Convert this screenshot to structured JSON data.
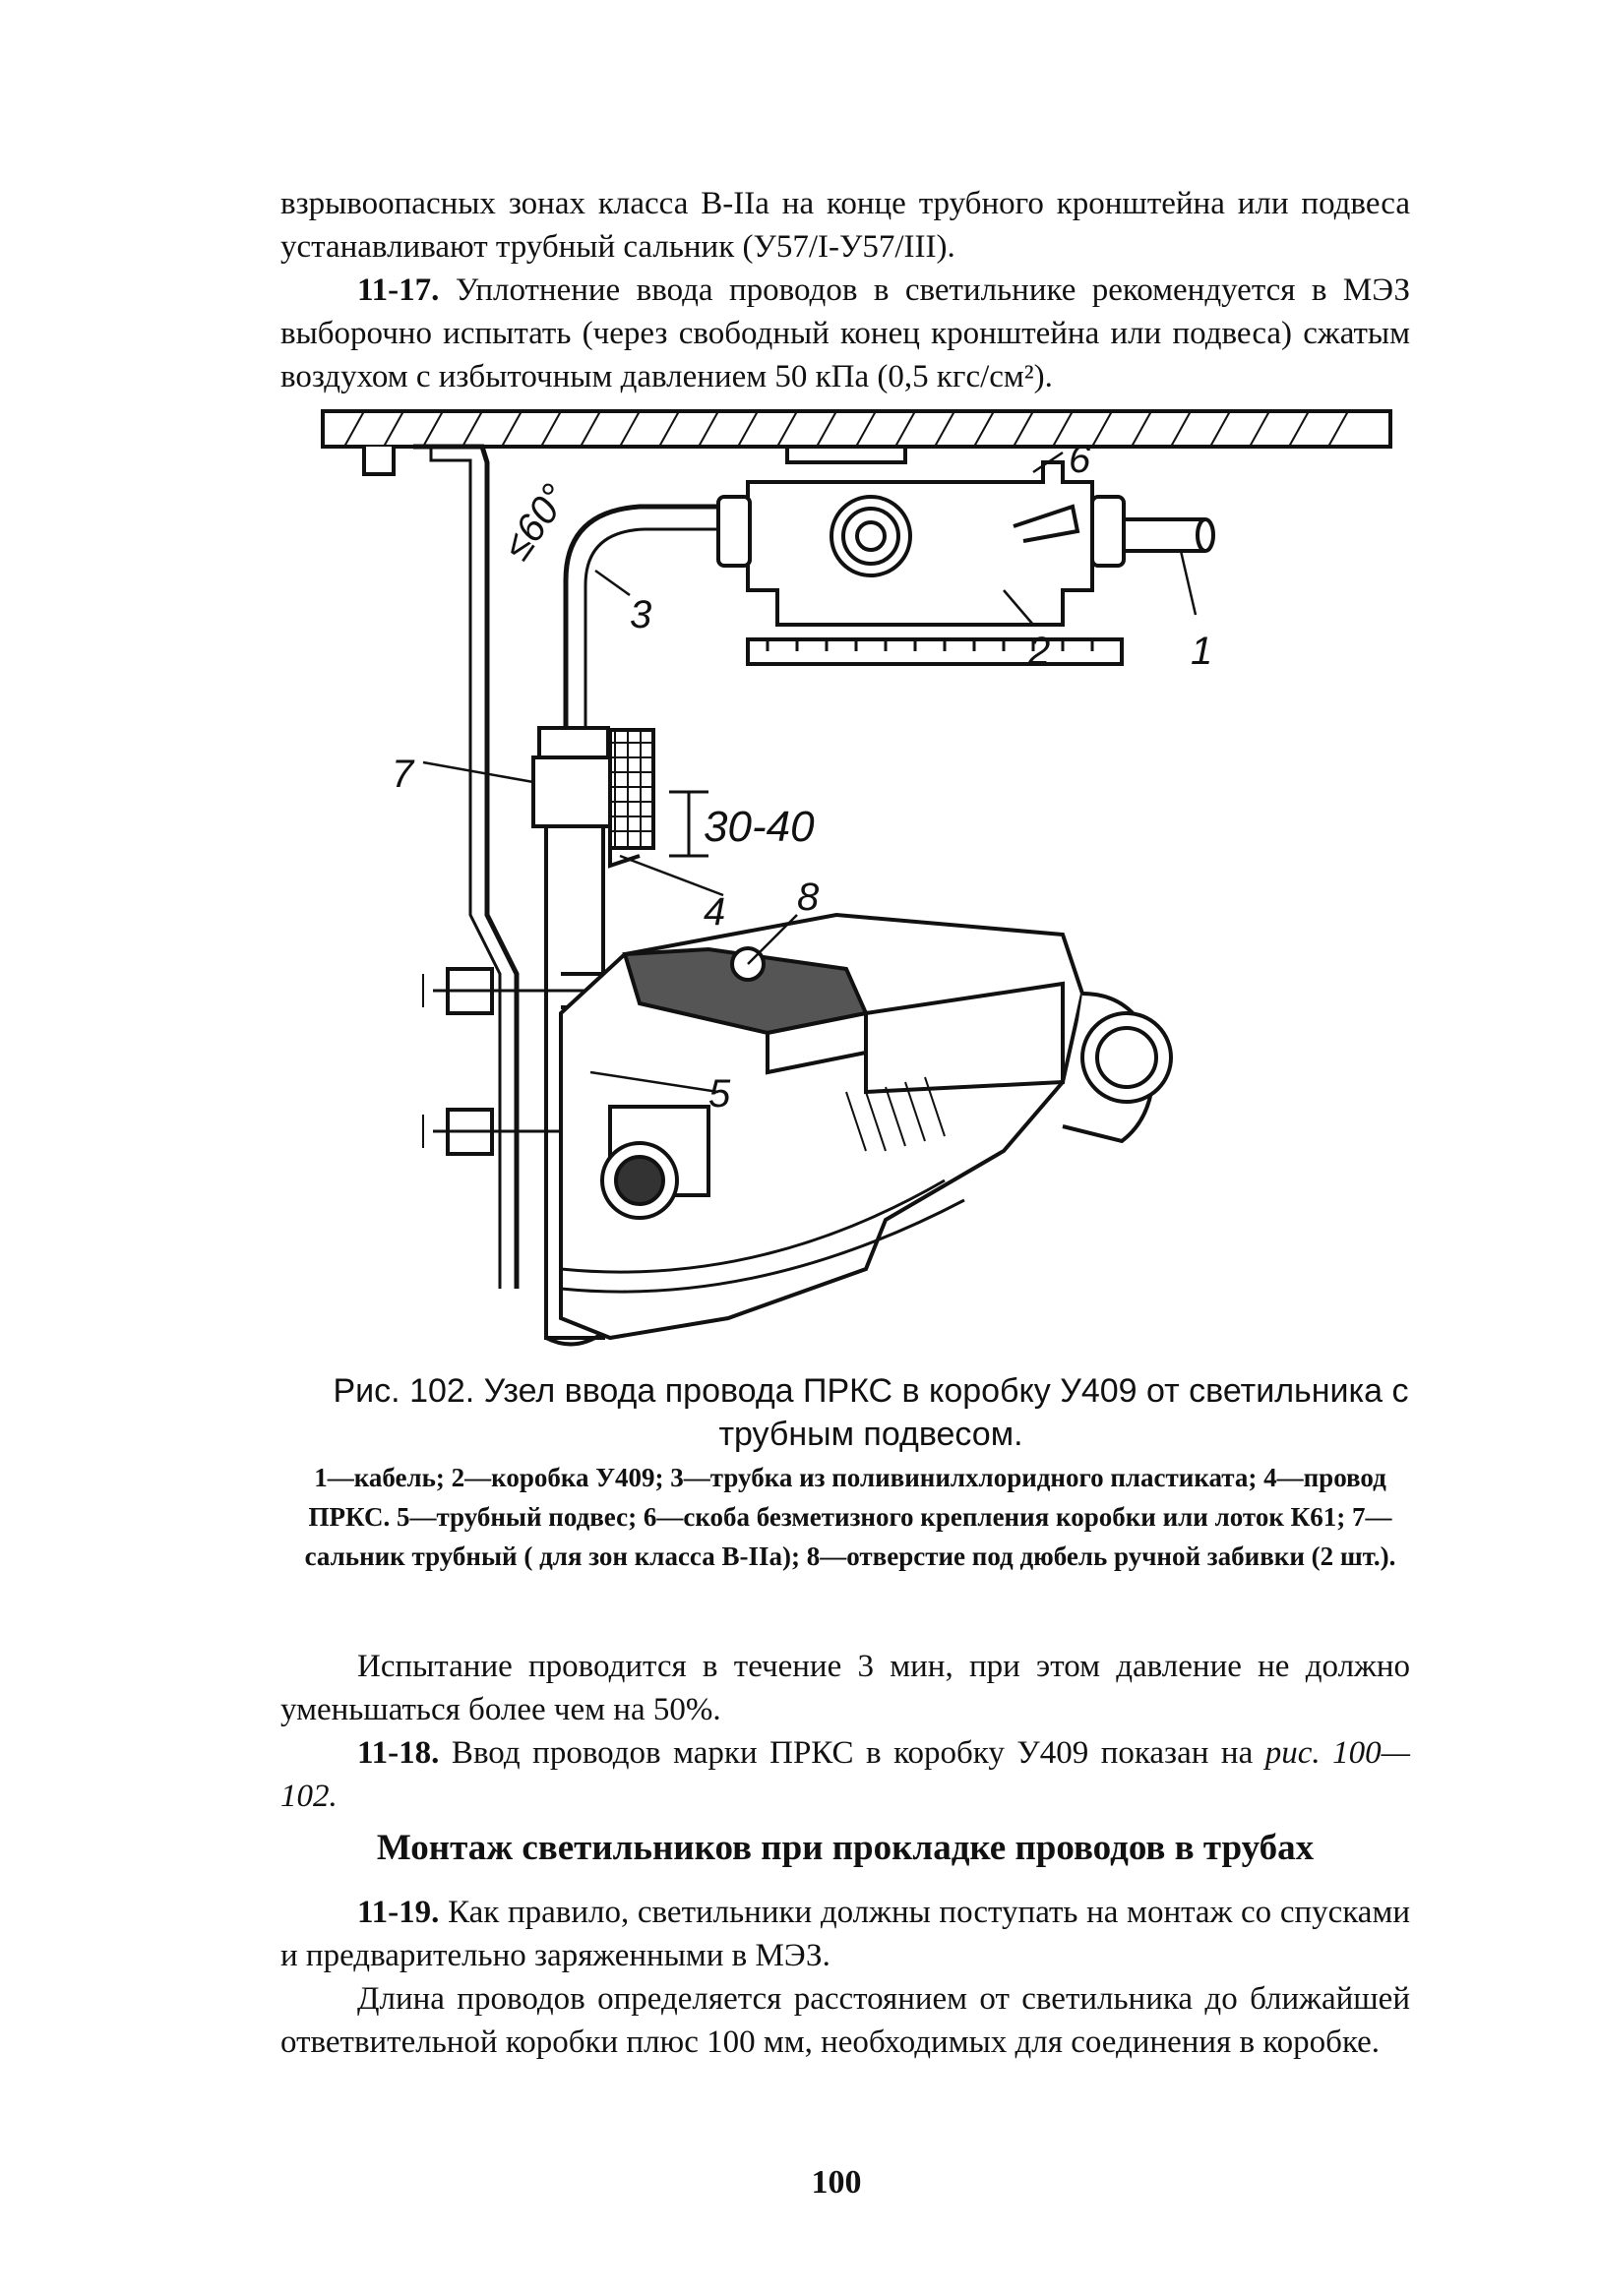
{
  "top_text": {
    "p1": "взрывоопасных зонах класса В-IIа на конце трубного кронштейна или подвеса устанавливают трубный сальник (У57/I-У57/III).",
    "p2_num": "11-17.",
    "p2": " Уплотнение ввода проводов в светильнике рекомендуется в МЭЗ выборочно испытать (через свободный конец кронштейна или подвеса) сжатым воздухом с избыточным давлением 50 кПа (0,5 кгс/см²)."
  },
  "figure": {
    "labels": {
      "l1": "1",
      "l2": "2",
      "l3": "3",
      "l4": "4",
      "l5": "5",
      "l6": "6",
      "l7": "7",
      "l8": "8"
    },
    "angle": "≤60°",
    "dimension": "30-40",
    "caption_title": "Рис. 102. Узел ввода провода ПРКС в коробку У409 от светильника с трубным подвесом.",
    "legend": "1—кабель; 2—коробка У409; 3—трубка из поливинилхлоридного пластиката; 4—провод ПРКС. 5—трубный подвес; 6—скоба безметизного крепления коробки или лоток К61; 7—сальник трубный ( для зон класса В-IIа); 8—отверстие под дюбель ручной забивки (2 шт.)."
  },
  "bottom_text": {
    "p3": "Испытание проводится в течение 3 мин, при этом давление не должно уменьшаться более чем на 50%.",
    "p4_num": "11-18.",
    "p4": " Ввод проводов марки ПРКС в коробку У409 показан на ",
    "p4_ref": "рис. 100—102.",
    "heading": "Монтаж светильников при прокладке проводов в трубах",
    "p5_num": "11-19.",
    "p5": " Как правило, светильники должны поступать на монтаж со спусками и предварительно заряженными в МЭЗ.",
    "p6": "Длина проводов определяется расстоянием от светильника до ближайшей ответвительной коробки плюс 100 мм, необходимых для соединения в коробке."
  },
  "page_number": "100"
}
